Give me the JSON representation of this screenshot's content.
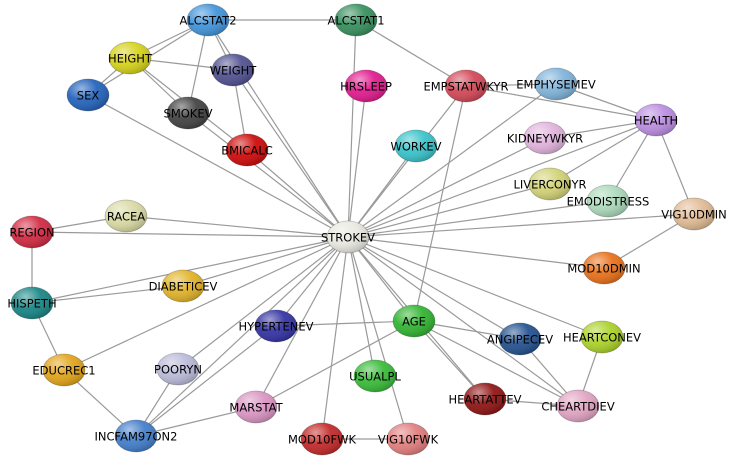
{
  "nodes": [
    {
      "id": "ALCSTAT2",
      "label": "ALCSTAT2",
      "color": "#3a8fd8"
    },
    {
      "id": "ALCSTAT1",
      "label": "ALCSTAT1",
      "color": "#2e8b57"
    },
    {
      "id": "HEIGHT",
      "label": "HEIGHT",
      "color": "#d4d010"
    },
    {
      "id": "WEIGHT",
      "label": "WEIGHT",
      "color": "#4a4a8c"
    },
    {
      "id": "SEX",
      "label": "SEX",
      "color": "#1a5cb8"
    },
    {
      "id": "SMOKEV",
      "label": "SMOKEV",
      "color": "#3a3a3a"
    },
    {
      "id": "BMICALC",
      "label": "BMICALC",
      "color": "#cc0000"
    },
    {
      "id": "HRSLEEP",
      "label": "HRSLEEP",
      "color": "#e0108a"
    },
    {
      "id": "EMPSTATWKYR",
      "label": "EMPSTATWKYR",
      "color": "#d04050"
    },
    {
      "id": "EMPHYSEMEV",
      "label": "EMPHYSEMEV",
      "color": "#7ab0d8"
    },
    {
      "id": "HEALTH",
      "label": "HEALTH",
      "color": "#b888e0"
    },
    {
      "id": "KIDNEYWKYR",
      "label": "KIDNEYWKYR",
      "color": "#e0b0dc"
    },
    {
      "id": "WORKEV",
      "label": "WORKEV",
      "color": "#30c0c8"
    },
    {
      "id": "LIVERCONYR",
      "label": "LIVERCONYR",
      "color": "#d0d070"
    },
    {
      "id": "EMODISTRESS",
      "label": "EMODISTRESS",
      "color": "#a8d8b8"
    },
    {
      "id": "VIG10DMIN",
      "label": "VIG10DMIN",
      "color": "#e0b890"
    },
    {
      "id": "REGION",
      "label": "REGION",
      "color": "#d0203a"
    },
    {
      "id": "RACEA",
      "label": "RACEA",
      "color": "#d8d8a0"
    },
    {
      "id": "STROKEV",
      "label": "STROKEV",
      "color": "#e8e8e0"
    },
    {
      "id": "MOD10DMIN",
      "label": "MOD10DMIN",
      "color": "#e86a10"
    },
    {
      "id": "HISPETH",
      "label": "HISPETH",
      "color": "#108080"
    },
    {
      "id": "DIABETICEV",
      "label": "DIABETICEV",
      "color": "#e0b020"
    },
    {
      "id": "HYPERTENEV",
      "label": "HYPERTENEV",
      "color": "#2a2aa0"
    },
    {
      "id": "AGE",
      "label": "AGE",
      "color": "#28b028"
    },
    {
      "id": "ANGIPECEV",
      "label": "ANGIPECEV",
      "color": "#1a4a8a"
    },
    {
      "id": "HEARTCONEV",
      "label": "HEARTCONEV",
      "color": "#a8d020"
    },
    {
      "id": "EDUCREC1",
      "label": "EDUCREC1",
      "color": "#e0a010"
    },
    {
      "id": "POORYN",
      "label": "POORYN",
      "color": "#b8b8d8"
    },
    {
      "id": "USUALPL",
      "label": "USUALPL",
      "color": "#30b830"
    },
    {
      "id": "HEARTATTEV",
      "label": "HEARTATTEV",
      "color": "#8a0a0a"
    },
    {
      "id": "CHEARTDIEV",
      "label": "CHEARTDIEV",
      "color": "#e0a0c0"
    },
    {
      "id": "MARSTAT",
      "label": "MARSTAT",
      "color": "#d890c0"
    },
    {
      "id": "INCFAM97ON2",
      "label": "INCFAM97ON2",
      "color": "#3a78c8"
    },
    {
      "id": "MOD10FWK",
      "label": "MOD10FWK",
      "color": "#c02020"
    },
    {
      "id": "VIG10FWK",
      "label": "VIG10FWK",
      "color": "#e07878"
    }
  ],
  "edges": [
    [
      "ALCSTAT2",
      "ALCSTAT1"
    ],
    [
      "ALCSTAT2",
      "HEIGHT"
    ],
    [
      "ALCSTAT2",
      "WEIGHT"
    ],
    [
      "ALCSTAT2",
      "SEX"
    ],
    [
      "ALCSTAT2",
      "SMOKEV"
    ],
    [
      "ALCSTAT2",
      "STROKEV"
    ],
    [
      "ALCSTAT1",
      "EMPSTATWKYR"
    ],
    [
      "ALCSTAT1",
      "STROKEV"
    ],
    [
      "HEIGHT",
      "WEIGHT"
    ],
    [
      "HEIGHT",
      "SEX"
    ],
    [
      "HEIGHT",
      "SMOKEV"
    ],
    [
      "HEIGHT",
      "BMICALC"
    ],
    [
      "WEIGHT",
      "BMICALC"
    ],
    [
      "WEIGHT",
      "STROKEV"
    ],
    [
      "SEX",
      "STROKEV"
    ],
    [
      "SMOKEV",
      "STROKEV"
    ],
    [
      "BMICALC",
      "STROKEV"
    ],
    [
      "HRSLEEP",
      "STROKEV"
    ],
    [
      "EMPSTATWKYR",
      "EMPHYSEMEV"
    ],
    [
      "EMPSTATWKYR",
      "HEALTH"
    ],
    [
      "EMPSTATWKYR",
      "STROKEV"
    ],
    [
      "EMPSTATWKYR",
      "AGE"
    ],
    [
      "EMPHYSEMEV",
      "HEALTH"
    ],
    [
      "EMPHYSEMEV",
      "STROKEV"
    ],
    [
      "HEALTH",
      "STROKEV"
    ],
    [
      "HEALTH",
      "LIVERCONYR"
    ],
    [
      "HEALTH",
      "EMODISTRESS"
    ],
    [
      "HEALTH",
      "VIG10DMIN"
    ],
    [
      "HEALTH",
      "KIDNEYWKYR"
    ],
    [
      "KIDNEYWKYR",
      "STROKEV"
    ],
    [
      "WORKEV",
      "STROKEV"
    ],
    [
      "LIVERCONYR",
      "STROKEV"
    ],
    [
      "EMODISTRESS",
      "STROKEV"
    ],
    [
      "VIG10DMIN",
      "STROKEV"
    ],
    [
      "VIG10DMIN",
      "MOD10DMIN"
    ],
    [
      "REGION",
      "STROKEV"
    ],
    [
      "REGION",
      "RACEA"
    ],
    [
      "REGION",
      "HISPETH"
    ],
    [
      "RACEA",
      "STROKEV"
    ],
    [
      "MOD10DMIN",
      "STROKEV"
    ],
    [
      "HISPETH",
      "STROKEV"
    ],
    [
      "HISPETH",
      "DIABETICEV"
    ],
    [
      "HISPETH",
      "EDUCREC1"
    ],
    [
      "DIABETICEV",
      "STROKEV"
    ],
    [
      "HYPERTENEV",
      "STROKEV"
    ],
    [
      "HYPERTENEV",
      "AGE"
    ],
    [
      "HYPERTENEV",
      "INCFAM97ON2"
    ],
    [
      "AGE",
      "STROKEV"
    ],
    [
      "AGE",
      "MARSTAT"
    ],
    [
      "AGE",
      "HEARTATTEV"
    ],
    [
      "AGE",
      "CHEARTDIEV"
    ],
    [
      "AGE",
      "ANGIPECEV"
    ],
    [
      "ANGIPECEV",
      "STROKEV"
    ],
    [
      "ANGIPECEV",
      "CHEARTDIEV"
    ],
    [
      "HEARTCONEV",
      "STROKEV"
    ],
    [
      "HEARTCONEV",
      "CHEARTDIEV"
    ],
    [
      "EDUCREC1",
      "STROKEV"
    ],
    [
      "EDUCREC1",
      "INCFAM97ON2"
    ],
    [
      "POORYN",
      "STROKEV"
    ],
    [
      "POORYN",
      "INCFAM97ON2"
    ],
    [
      "USUALPL",
      "STROKEV"
    ],
    [
      "HEARTATTEV",
      "STROKEV"
    ],
    [
      "HEARTATTEV",
      "CHEARTDIEV"
    ],
    [
      "CHEARTDIEV",
      "STROKEV"
    ],
    [
      "MARSTAT",
      "STROKEV"
    ],
    [
      "MARSTAT",
      "INCFAM97ON2"
    ],
    [
      "INCFAM97ON2",
      "STROKEV"
    ],
    [
      "MOD10FWK",
      "STROKEV"
    ],
    [
      "MOD10FWK",
      "VIG10FWK"
    ],
    [
      "VIG10FWK",
      "STROKEV"
    ]
  ]
}
